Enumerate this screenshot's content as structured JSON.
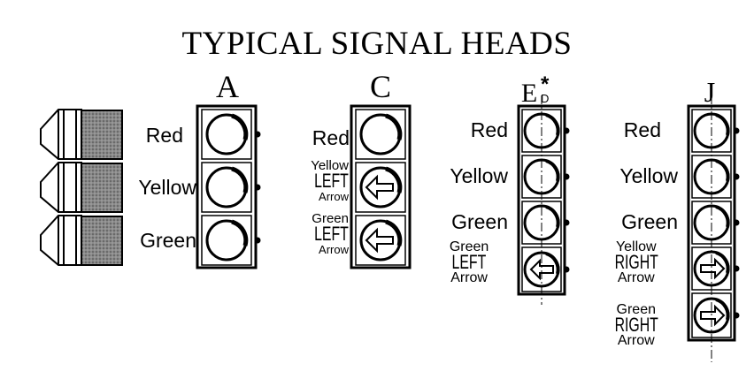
{
  "title": "TYPICAL SIGNAL HEADS",
  "heads": {
    "a": {
      "letter": "A",
      "labels": [
        "Red",
        "Yellow",
        "Green"
      ]
    },
    "c": {
      "letter": "C",
      "labels": {
        "red": "Red",
        "yellow_left": [
          "Yellow",
          "LEFT",
          "Arrow"
        ],
        "green_left": [
          "Green",
          "LEFT",
          "Arrow"
        ]
      }
    },
    "e": {
      "letter": "E",
      "star": "*",
      "sub": "D",
      "labels": {
        "red": "Red",
        "yellow": "Yellow",
        "green": "Green",
        "green_left": [
          "Green",
          "LEFT",
          "Arrow"
        ]
      }
    },
    "j": {
      "letter": "J",
      "labels": {
        "red": "Red",
        "yellow": "Yellow",
        "green": "Green",
        "yellow_right": [
          "Yellow",
          "RIGHT",
          "Arrow"
        ],
        "green_right": [
          "Green",
          "RIGHT",
          "Arrow"
        ]
      }
    }
  },
  "colors": {
    "ink": "#000000",
    "housing": "#e8e8e8",
    "visor_shade": "#777777"
  }
}
